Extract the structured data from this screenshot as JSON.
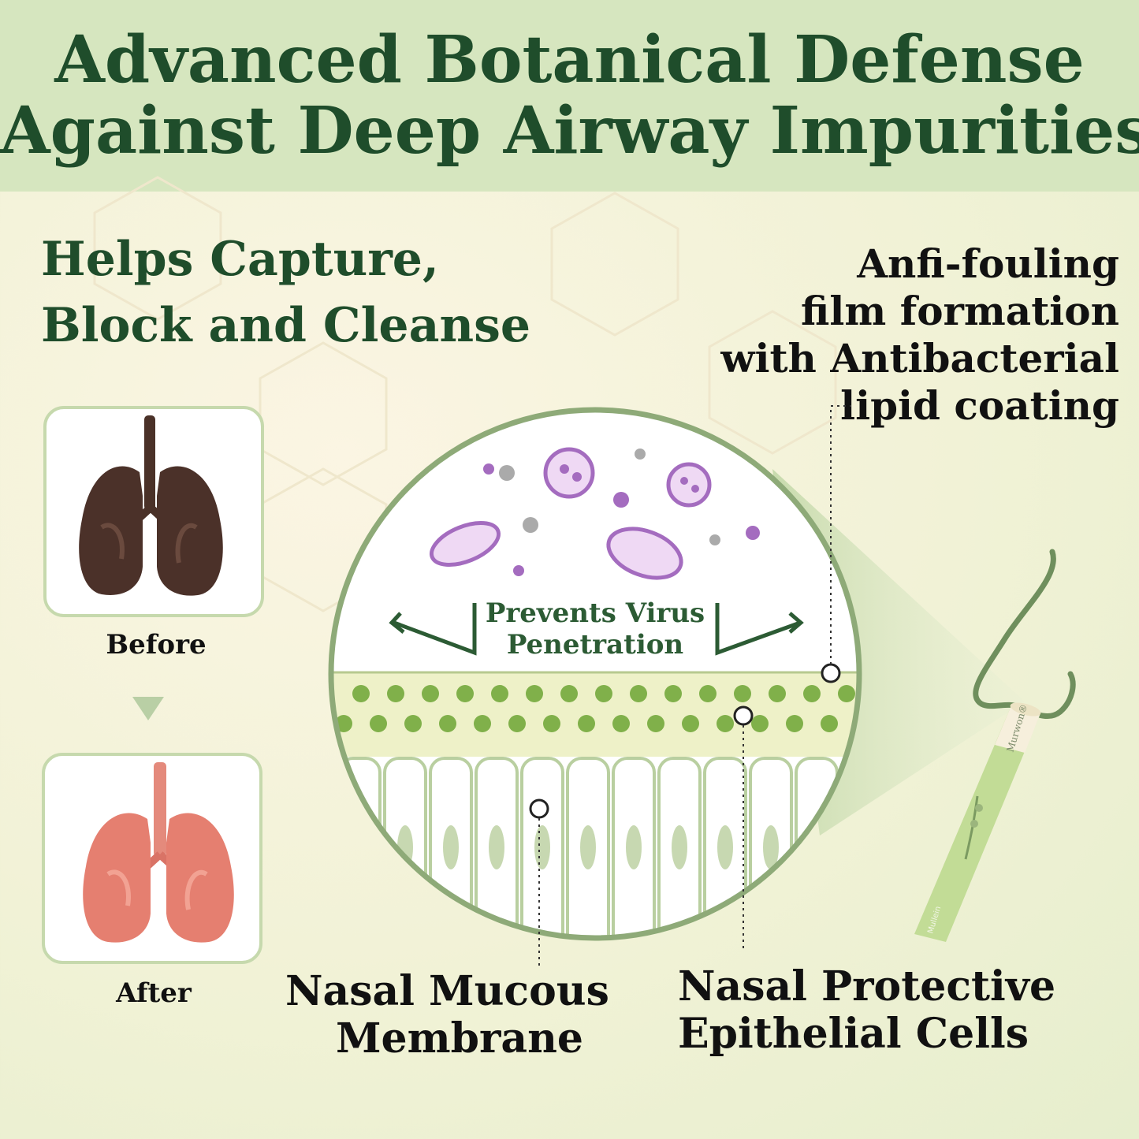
{
  "header": {
    "title_line1": "Advanced Botanical Defense",
    "title_line2": "Against Deep Airway Impurities"
  },
  "subtitle": {
    "line1": "Helps Capture,",
    "line2": "Block and Cleanse"
  },
  "film_label": {
    "line1": "Anfi-fouling",
    "line2": "film formation",
    "line3": "with Antibacterial",
    "line4": "lipid coating"
  },
  "lungs": {
    "before_label": "Before",
    "after_label": "After"
  },
  "diagram": {
    "prevent_line1": "Prevents Virus",
    "prevent_line2": "Penetration"
  },
  "labels": {
    "mucous_line1": "Nasal Mucous",
    "mucous_line2": "Membrane",
    "protective_line1": "Nasal Protective",
    "protective_line2": "Epithelial Cells"
  },
  "product": {
    "brand": "Murwon®",
    "herb": "Mullein"
  },
  "colors": {
    "title_green": "#1f4d2b",
    "header_bg": "#d6e6bf",
    "lipid_green": "#7aad3f",
    "virus_purple": "#a46cbf"
  }
}
